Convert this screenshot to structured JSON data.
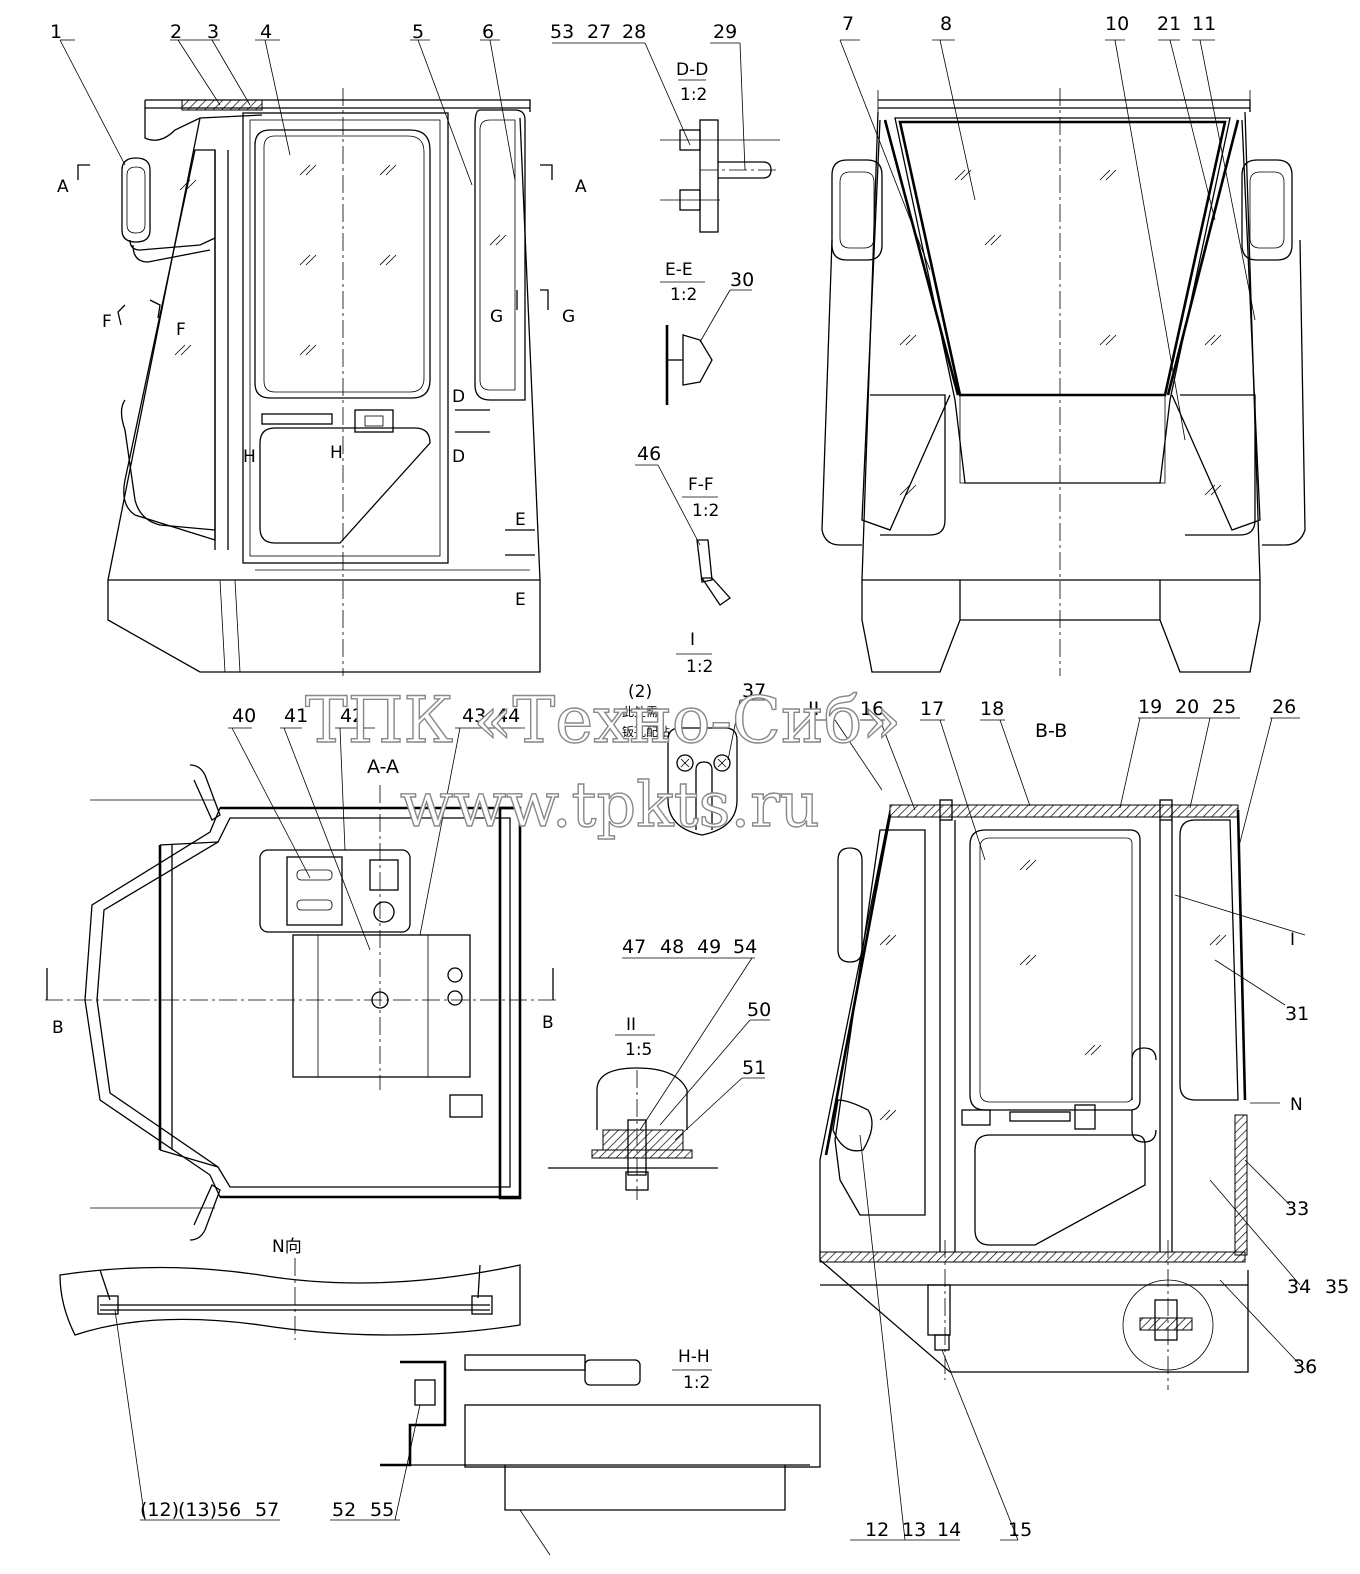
{
  "watermark": {
    "company": "ТПК «Техно-Сиб»",
    "site": "www.tpkts.ru"
  },
  "views": {
    "front_left": {
      "callouts": [
        "1",
        "2",
        "3",
        "4",
        "5",
        "6"
      ],
      "section_marks": [
        "A",
        "A",
        "F",
        "F",
        "G",
        "G",
        "H",
        "H",
        "D",
        "D",
        "E",
        "E"
      ]
    },
    "front_right": {
      "callouts": [
        "7",
        "8",
        "10",
        "21",
        "11"
      ]
    },
    "section_dd": {
      "title": "D-D",
      "scale": "1:2",
      "callouts": [
        "53",
        "27",
        "28",
        "29"
      ]
    },
    "section_ee": {
      "title": "E-E",
      "scale": "1:2",
      "callouts": [
        "30"
      ]
    },
    "section_ff": {
      "title": "F-F",
      "scale": "1:2",
      "callouts": [
        "46"
      ]
    },
    "detail_i": {
      "title": "I",
      "scale": "1:2",
      "callouts": [
        "(2)",
        "37"
      ],
      "note_1": "此处需",
      "note_2": "钣孔配钻"
    },
    "section_aa": {
      "title": "A-A",
      "callouts": [
        "40",
        "41",
        "42",
        "43",
        "44"
      ],
      "cut_marks": [
        "B",
        "B"
      ]
    },
    "section_bb": {
      "title": "B-B",
      "callouts": [
        "II",
        "16",
        "17",
        "18",
        "19",
        "20",
        "25",
        "26",
        "I",
        "31",
        "N",
        "33",
        "34",
        "35",
        "36",
        "12",
        "13",
        "14",
        "15"
      ]
    },
    "detail_ii": {
      "title": "II",
      "scale": "1:5",
      "callouts": [
        "47",
        "48",
        "49",
        "54",
        "50",
        "51"
      ]
    },
    "view_n": {
      "title": "N向",
      "callouts": [
        "(12)",
        "(13)",
        "56",
        "57"
      ]
    },
    "section_hh": {
      "title": "H-H",
      "scale": "1:2",
      "callouts": [
        "52",
        "55"
      ]
    }
  }
}
